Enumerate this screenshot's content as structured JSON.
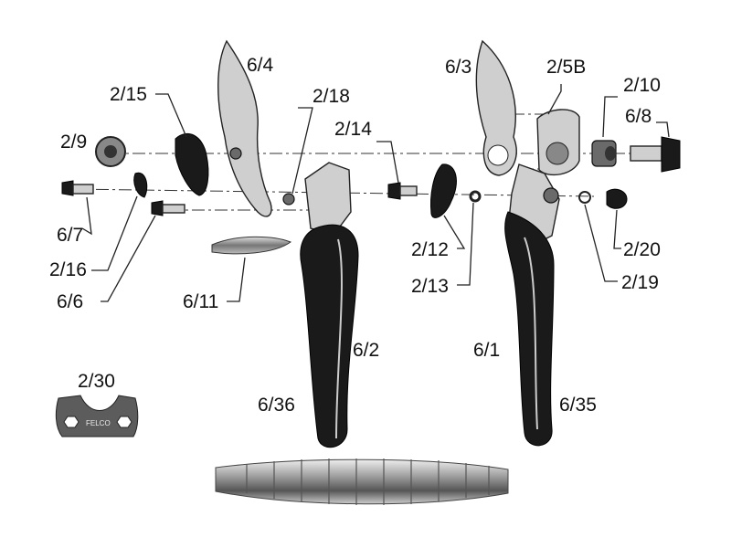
{
  "diagram": {
    "type": "exploded parts diagram",
    "parts": {
      "p6_4": "6/4",
      "p2_15": "2/15",
      "p2_18": "2/18",
      "p2_9": "2/9",
      "p2_14": "2/14",
      "p6_3": "6/3",
      "p2_5B": "2/5B",
      "p2_10": "2/10",
      "p6_8": "6/8",
      "p6_7": "6/7",
      "p2_16": "2/16",
      "p6_6": "6/6",
      "p6_11": "6/11",
      "p2_12": "2/12",
      "p2_13": "2/13",
      "p2_20": "2/20",
      "p2_19": "2/19",
      "p6_2": "6/2",
      "p6_1": "6/1",
      "p6_36": "6/36",
      "p6_35": "6/35",
      "p2_30": "2/30"
    },
    "logo_text": "FELCO"
  }
}
